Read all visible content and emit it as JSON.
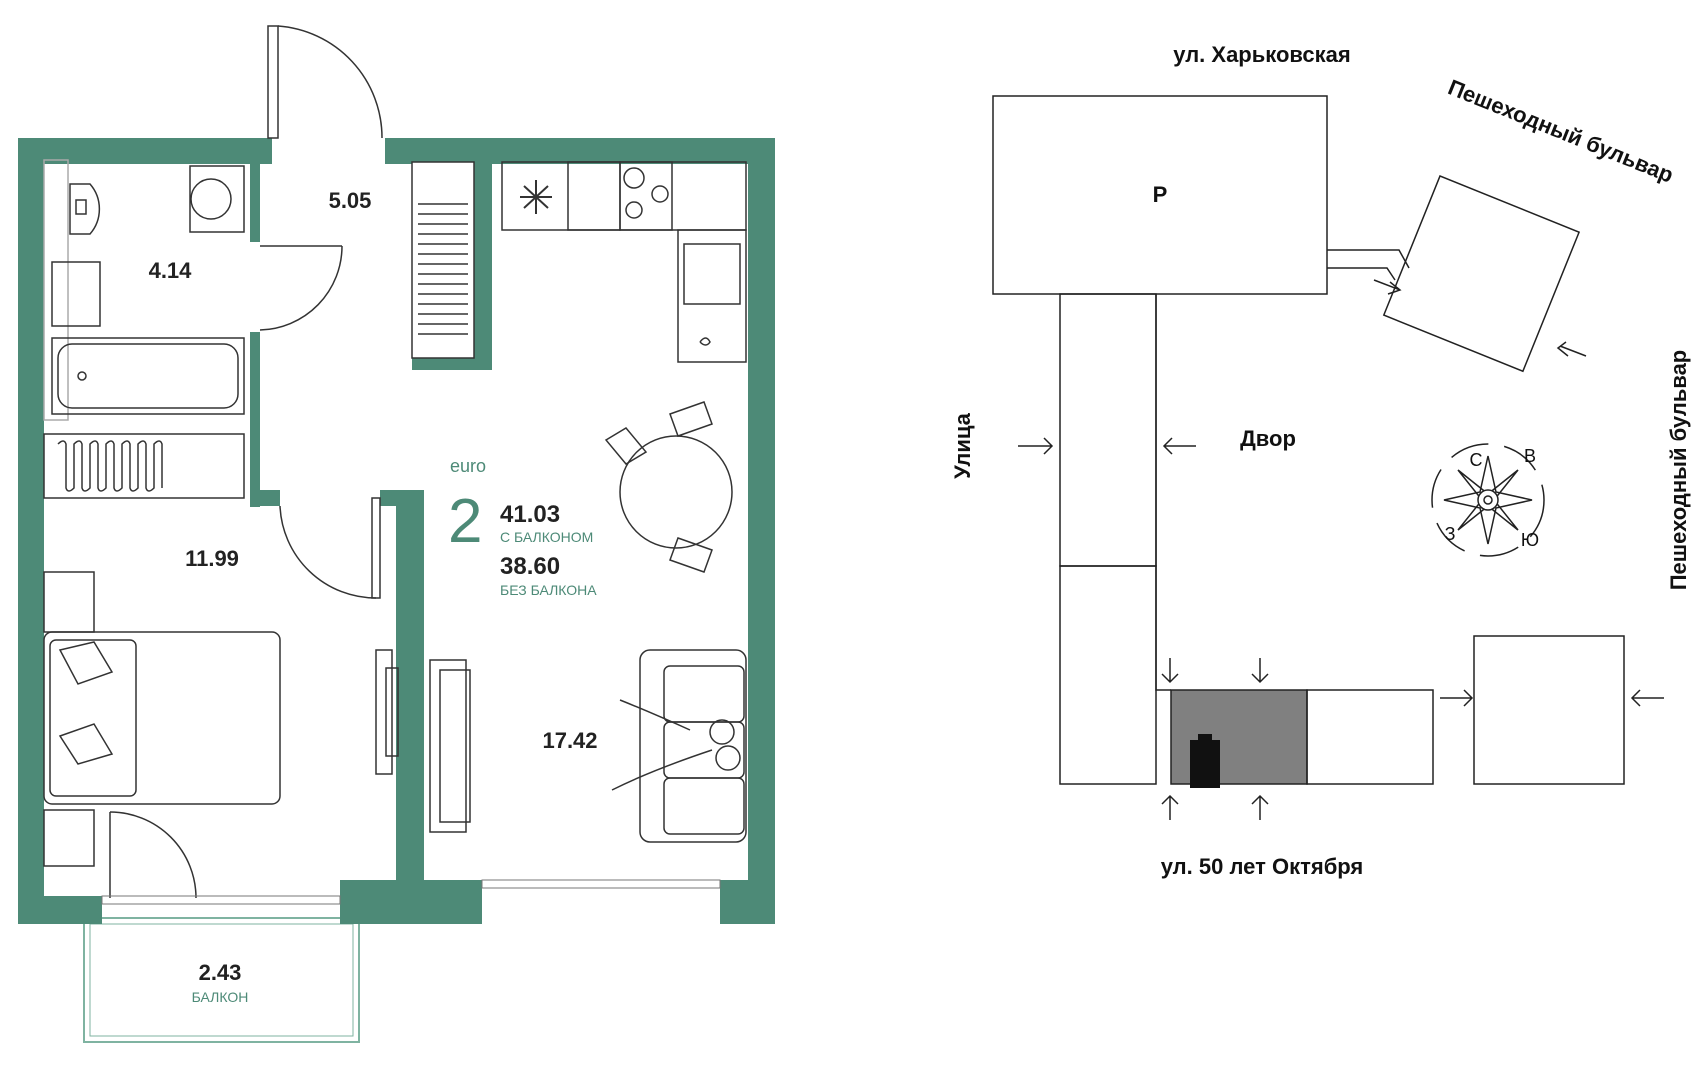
{
  "plan": {
    "areas": {
      "bathroom": "4.14",
      "hall": "5.05",
      "bedroom": "11.99",
      "living": "17.42",
      "balcony": "2.43"
    },
    "balcony_label": "БАЛКОН",
    "badge": {
      "prefix": "euro",
      "rooms": "2",
      "area_with_balcony": "41.03",
      "with_balcony_label": "С БАЛКОНОМ",
      "area_without_balcony": "38.60",
      "without_balcony_label": "БЕЗ БАЛКОНА"
    },
    "colors": {
      "wall": "#4d8a77",
      "accent": "#4d8a77",
      "line": "#222222"
    }
  },
  "site": {
    "street_top": "ул. Харьковская",
    "street_bottom": "ул. 50 лет Октября",
    "street_left": "Улица",
    "boulevard_top": "Пешеходный бульвар",
    "boulevard_right": "Пешеходный бульвар",
    "parking": "Р",
    "yard": "Двор",
    "compass": {
      "n": "С",
      "e": "В",
      "s": "Ю",
      "w": "З"
    },
    "colors": {
      "highlight": "#808080",
      "marker": "#111111"
    }
  }
}
